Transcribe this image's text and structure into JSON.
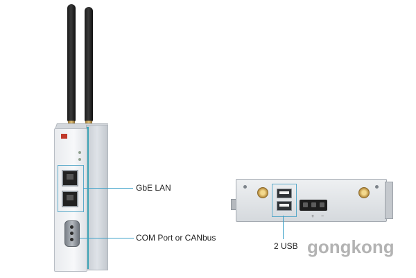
{
  "callouts": {
    "gbe_lan": "GbE LAN",
    "com_port": "COM Port  or CANbus",
    "usb": "2 USB"
  },
  "watermark": "gongkong",
  "colors": {
    "callout_line": "#3aa0c8",
    "accent_stripe": "#3ea6b8",
    "watermark": "#b3b3b3"
  }
}
